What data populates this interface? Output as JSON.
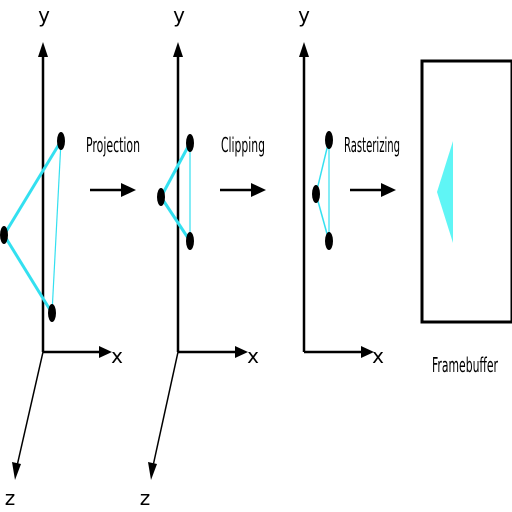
{
  "axes": {
    "x_label": "x",
    "y_label": "y",
    "z_label": "z"
  },
  "stages": [
    {
      "label": "Projection"
    },
    {
      "label": "Clipping"
    },
    {
      "label": "Rasterizing"
    }
  ],
  "framebuffer": {
    "label": "Framebuffer"
  },
  "colors": {
    "edge": "#33e0f0",
    "fill": "#5ff5f5",
    "vertex": "#000000",
    "axis": "#000000"
  }
}
